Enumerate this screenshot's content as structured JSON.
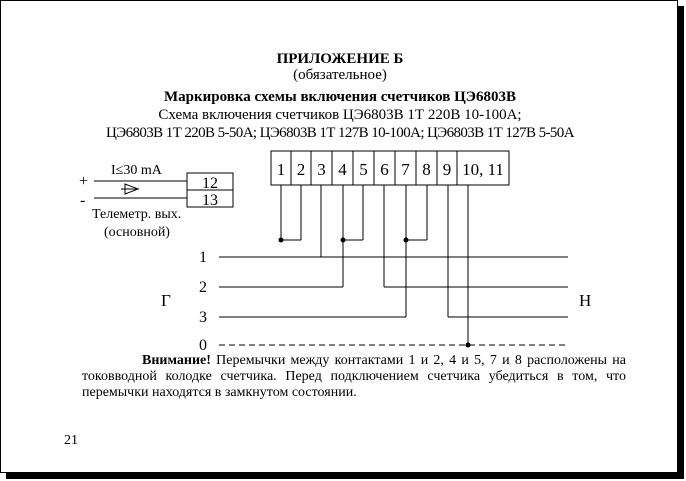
{
  "header": {
    "title": "ПРИЛОЖЕНИЕ Б",
    "subtitle": "(обязательное)",
    "heading": "Маркировка схемы включения счетчиков ЦЭ6803В",
    "scheme_line1": "Схема включения счетчиков ЦЭ6803В 1Т 220В 10-100А;",
    "scheme_line2": "ЦЭ6803В 1Т 220В 5-50А; ЦЭ6803В 1Т 127В 10-100А; ЦЭ6803В 1Т 127В 5-50А"
  },
  "diagram": {
    "terminals": [
      "1",
      "2",
      "3",
      "4",
      "5",
      "6",
      "7",
      "8",
      "9",
      "10, 11"
    ],
    "telemetry_terminals": [
      "12",
      "13"
    ],
    "current_label": "I≤30 mA",
    "plus": "+",
    "minus": "-",
    "telemetry_label_1": "Телеметр. вых.",
    "telemetry_label_2": "(основной)",
    "phases": [
      "1",
      "2",
      "3",
      "0"
    ],
    "generator": "Г",
    "load": "Н"
  },
  "notice": {
    "bold": "Внимание!",
    "text": "Перемычки между контактами 1 и 2, 4 и 5, 7 и 8 расположены на токовводной колодке счетчика. Перед подключением счетчика убедиться в том, что перемычки находятся в замкнутом состоянии."
  },
  "page_number": "21"
}
